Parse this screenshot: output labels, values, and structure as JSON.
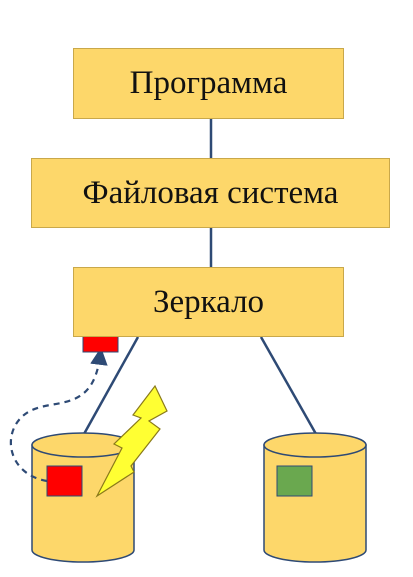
{
  "diagram": {
    "boxes": {
      "program": "Программа",
      "filesystem": "Файловая система",
      "mirror": "Зеркало"
    },
    "colors": {
      "box_fill": "#fdd76a",
      "connector": "#2e4a75",
      "failed_block": "#ff0000",
      "healthy_block": "#6aa84f",
      "lightning": "#ffff33"
    }
  }
}
